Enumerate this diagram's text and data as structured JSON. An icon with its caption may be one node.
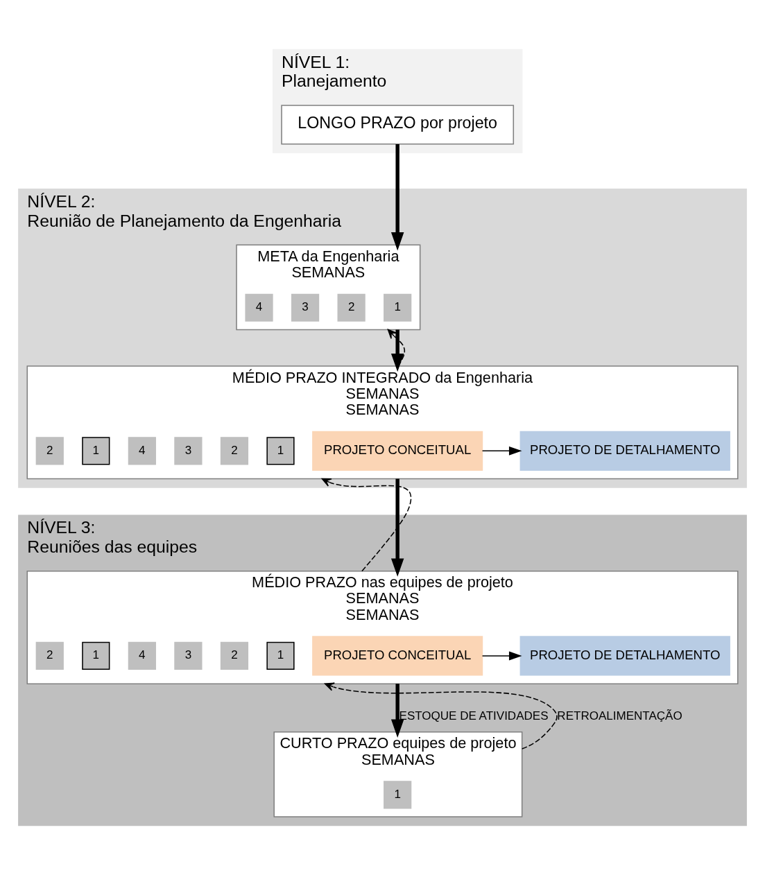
{
  "diagram": {
    "nodes": [
      {
        "text": [
          "NÍVEL 1:",
          "Planejamento"
        ]
      },
      {
        "text": [
          "LONGO PRAZO por projeto"
        ],
        "in": 0
      },
      {
        "text": [
          "NÍVEL 2:",
          "Reunião de Planejamento da Engenharia"
        ]
      },
      {
        "text": [
          "META da Engenharia",
          "SEMANAS"
        ],
        "in": 2
      },
      {
        "text": [
          "1"
        ],
        "in": 3
      },
      {
        "text": [
          "2"
        ],
        "in": 3
      },
      {
        "text": [
          "3"
        ],
        "in": 3
      },
      {
        "text": [
          "4"
        ],
        "in": 3
      },
      {
        "text": [
          "MÉDIO PRAZO INTEGRADO da Engenharia",
          "SEMANAS",
          "SEMANAS"
        ],
        "in": 2
      },
      {
        "text": [
          "PROJETO CONCEITUAL"
        ],
        "in": 8
      },
      {
        "text": [
          "PROJETO DE DETALHAMENTO"
        ],
        "in": 8
      },
      {
        "text": [
          "1"
        ],
        "in": 8
      },
      {
        "text": [
          "2"
        ],
        "in": 8
      },
      {
        "text": [
          "3"
        ],
        "in": 8
      },
      {
        "text": [
          "4"
        ],
        "in": 8
      },
      {
        "text": [
          "1"
        ],
        "in": 8
      },
      {
        "text": [
          "2"
        ],
        "in": 8
      },
      {
        "text": [
          "NÍVEL 3:",
          "Reuniões das equipes"
        ]
      },
      {
        "text": [
          "MÉDIO PRAZO nas equipes de projeto",
          "SEMANAS",
          "SEMANAS"
        ],
        "in": 17
      },
      {
        "text": [
          "PROJETO CONCEITUAL"
        ],
        "in": 18
      },
      {
        "text": [
          "PROJETO DE DETALHAMENTO"
        ],
        "in": 18
      },
      {
        "text": [
          "1"
        ],
        "in": 18
      },
      {
        "text": [
          "2"
        ],
        "in": 18
      },
      {
        "text": [
          "3"
        ],
        "in": 18
      },
      {
        "text": [
          "4"
        ],
        "in": 18
      },
      {
        "text": [
          "1"
        ],
        "in": 18
      },
      {
        "text": [
          "2"
        ],
        "in": 18
      },
      {
        "text": [
          "CURTO PRAZO equipes de projeto",
          "SEMANAS"
        ],
        "in": 17
      },
      {
        "text": [
          "1"
        ],
        "in": 27
      }
    ],
    "edges": [
      {
        "from": 1,
        "to": 3,
        "arrow": "to",
        "style": "thick"
      },
      {
        "from": 3,
        "to": 8,
        "arrow": "to",
        "style": "thick"
      },
      {
        "from": 9,
        "to": 10,
        "arrow": "to"
      },
      {
        "from": 8,
        "to": 3,
        "arrow": "to",
        "style": "dashed"
      },
      {
        "from": 8,
        "to": 18,
        "arrow": "to",
        "style": "thick"
      },
      {
        "from": 19,
        "to": 20,
        "arrow": "to"
      },
      {
        "from": 18,
        "to": 8,
        "arrow": "to",
        "style": "dashed"
      },
      {
        "from": 18,
        "to": 27,
        "arrow": "to",
        "style": "thick",
        "label": "ESTOQUE DE ATIVIDADES"
      },
      {
        "from": 27,
        "to": 18,
        "arrow": "to",
        "style": "dashed",
        "label": "RETROALIMENTAÇÃO"
      }
    ]
  }
}
